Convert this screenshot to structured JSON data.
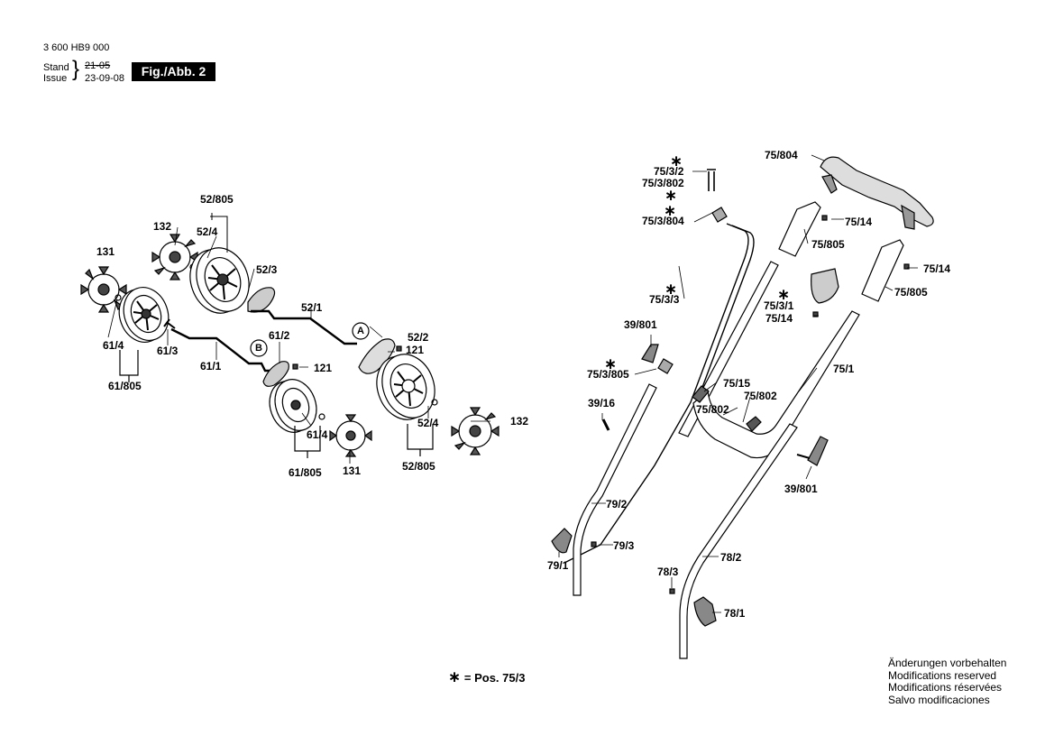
{
  "header": {
    "part_number": "3 600 HB9 000",
    "stand_label": "Stand",
    "issue_label": "Issue",
    "stand_value": "21-05",
    "issue_value": "23-09-08",
    "fig_label": "Fig./Abb. 2"
  },
  "legend": {
    "star": "∗",
    "text": "= Pos.  75/3"
  },
  "footer": [
    "Änderungen vorbehalten",
    "Modifications reserved",
    "Modifications réservées",
    "Salvo modificaciones"
  ],
  "callouts": {
    "c_52_805_top": "52/805",
    "c_132_top": "132",
    "c_52_4_top": "52/4",
    "c_131_left": "131",
    "c_52_3": "52/3",
    "c_52_1": "52/1",
    "c_a": "A",
    "c_52_2": "52/2",
    "c_121_a": "121",
    "c_61_2": "61/2",
    "c_b": "B",
    "c_121_b": "121",
    "c_61_4_left": "61/4",
    "c_61_3": "61/3",
    "c_61_1": "61/1",
    "c_61_805_left": "61/805",
    "c_61_4_mid": "61/4",
    "c_61_805_mid": "61/805",
    "c_131_mid": "131",
    "c_52_4_right": "52/4",
    "c_132_right": "132",
    "c_52_805_bottom": "52/805",
    "c_75_3_2": "75/3/2",
    "c_75_3_802": "75/3/802",
    "c_75_3_804": "75/3/804",
    "c_75_804": "75/804",
    "c_75_14_top": "75/14",
    "c_75_805_top": "75/805",
    "c_75_14_right": "75/14",
    "c_75_805_right": "75/805",
    "c_75_3_1": "75/3/1",
    "c_75_14_mid": "75/14",
    "c_75_3_3": "75/3/3",
    "c_39_801_left": "39/801",
    "c_75_3_805": "75/3/805",
    "c_75_1": "75/1",
    "c_75_15": "75/15",
    "c_75_802_a": "75/802",
    "c_75_802_b": "75/802",
    "c_39_16": "39/16",
    "c_39_801_right": "39/801",
    "c_79_2": "79/2",
    "c_79_3": "79/3",
    "c_79_1": "79/1",
    "c_78_2": "78/2",
    "c_78_3": "78/3",
    "c_78_1": "78/1"
  },
  "stars": {
    "s1": "∗",
    "s2": "∗",
    "s3": "∗",
    "s4": "∗",
    "s5": "∗",
    "s6": "∗"
  }
}
